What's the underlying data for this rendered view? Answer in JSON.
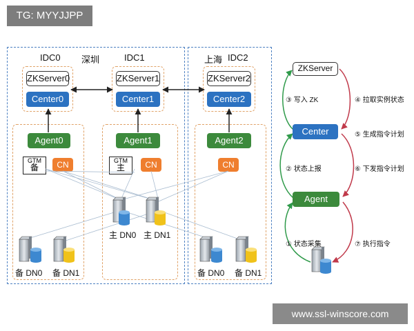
{
  "tag": "TG: MYYJJPP",
  "watermark": "www.ssl-winscore.com",
  "idc0": {
    "title": "IDC0",
    "city": "深圳"
  },
  "idc1": {
    "title": "IDC1"
  },
  "idc2": {
    "title": "IDC2",
    "city": "上海"
  },
  "zk": [
    "ZKServer0",
    "ZKServer1",
    "ZKServer2"
  ],
  "center": [
    "Center0",
    "Center1",
    "Center2"
  ],
  "agent": [
    "Agent0",
    "Agent1",
    "Agent2"
  ],
  "cn": "CN",
  "gtm": {
    "label": "GTM",
    "standby": "备",
    "primary": "主"
  },
  "dn": {
    "idc0_a": "备 DN0",
    "idc0_b": "备 DN1",
    "idc1_a": "主 DN0",
    "idc1_b": "主 DN1",
    "idc2_a": "备 DN0",
    "idc2_b": "备 DN1"
  },
  "flow": {
    "zk": "ZKServer",
    "center": "Center",
    "agent": "Agent",
    "step1": "① 状态采集",
    "step2": "② 状态上报",
    "step3": "③ 写入 ZK",
    "step4": "④ 拉取实例状态",
    "step5": "⑤ 生成指令计划",
    "step6": "⑥ 下发指令计划",
    "step7": "⑦ 执行指令"
  },
  "colors": {
    "blue": "#2c72c1",
    "green": "#3c8a3c",
    "orange": "#ef7e2e",
    "red": "#c0394a",
    "greenArc": "#2f9a4a"
  }
}
